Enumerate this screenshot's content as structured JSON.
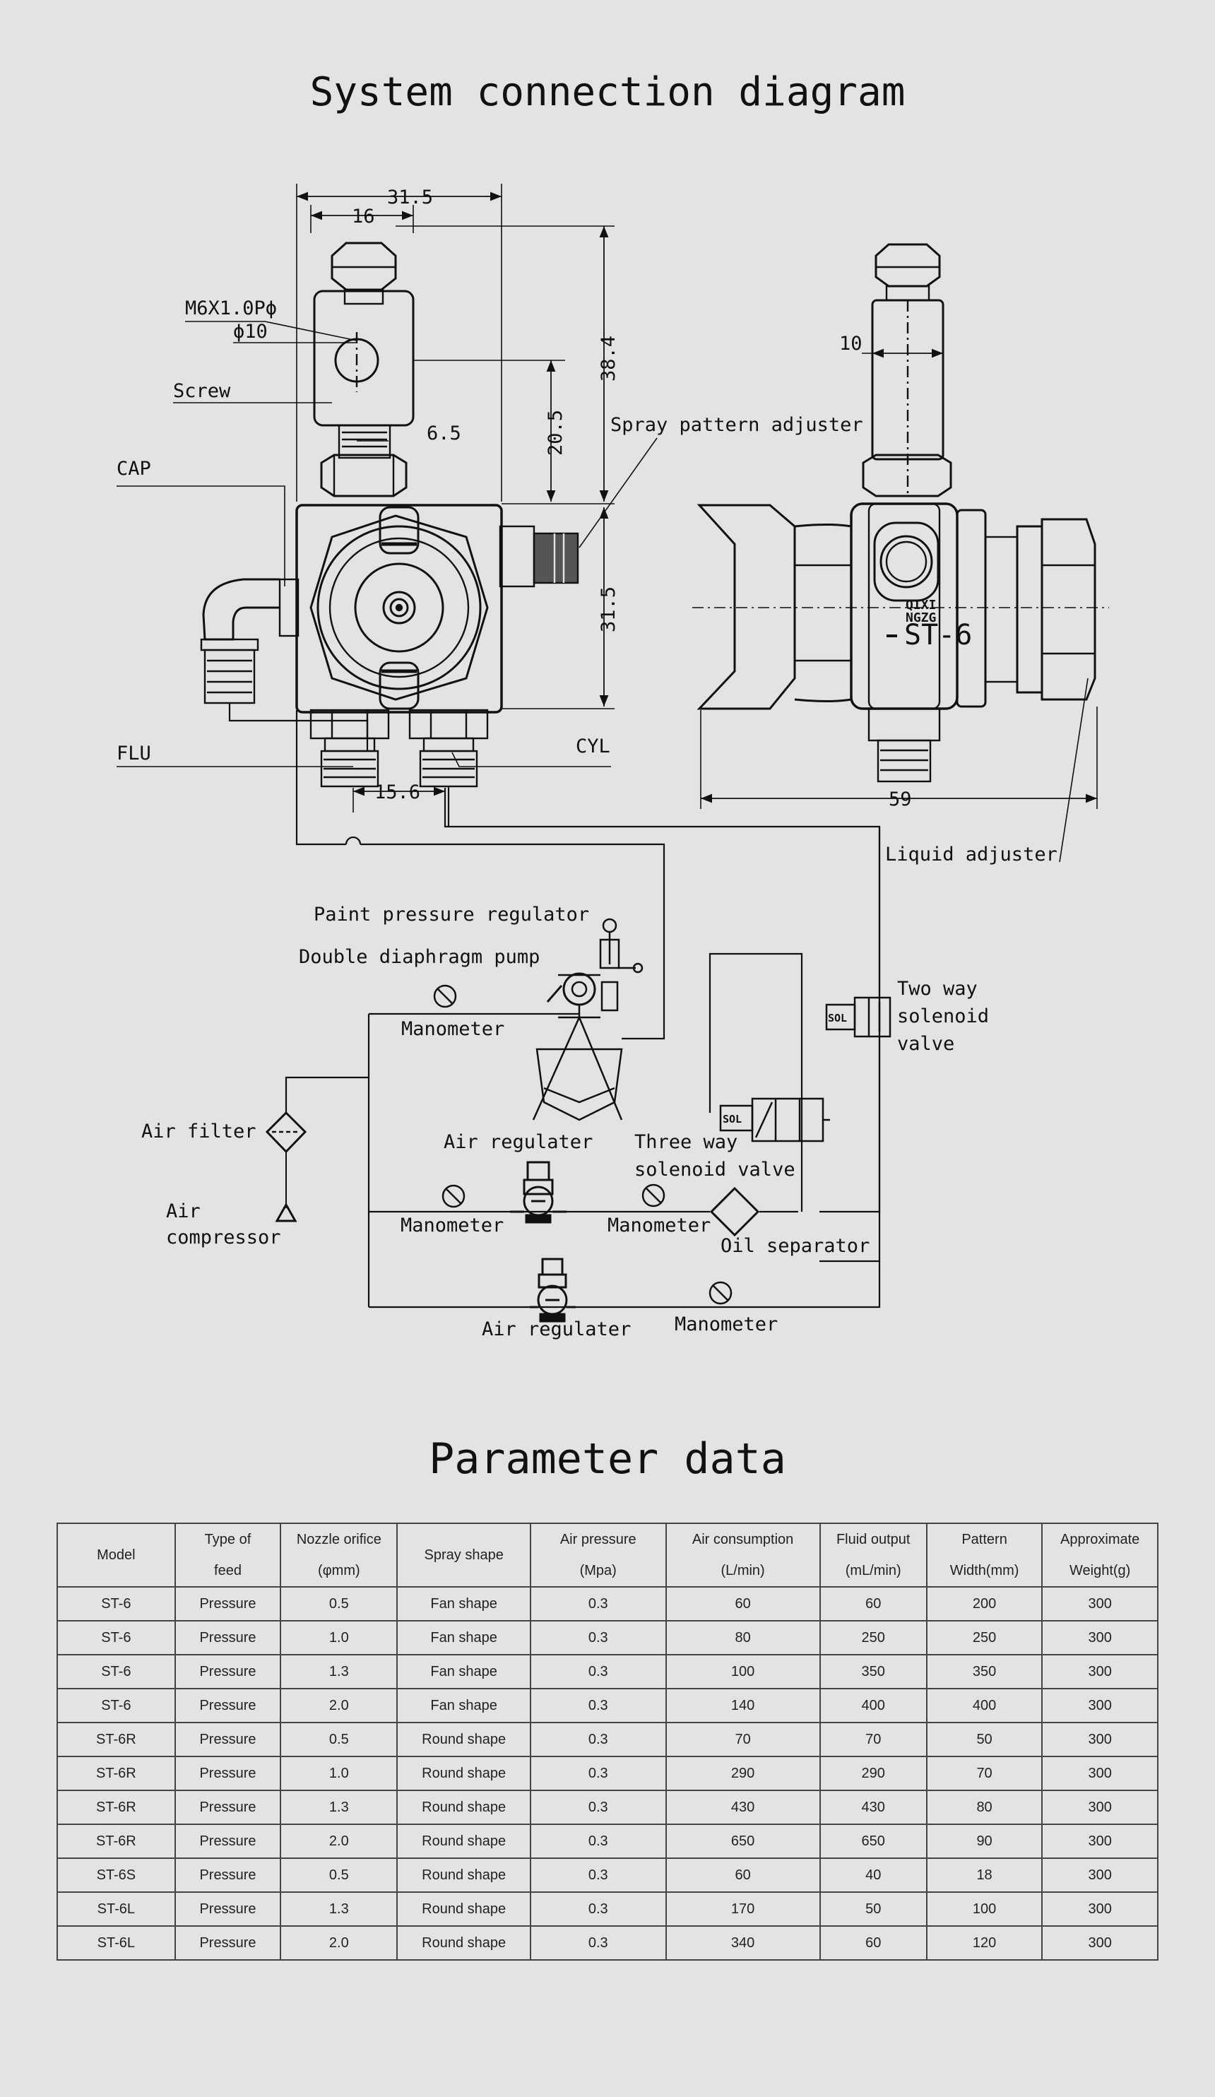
{
  "diagram": {
    "title": "System connection diagram",
    "dimensions": {
      "d31_5_top": "31.5",
      "d16": "16",
      "d38_4": "38.4",
      "d20_5": "20.5",
      "d6_5": "6.5",
      "d31_5_side": "31.5",
      "d15_6": "15.6",
      "d10": "10",
      "d59": "59"
    },
    "labels": {
      "thread": "M6X1.0Pϕ",
      "phi10": "ϕ10",
      "screw": "Screw",
      "cap": "CAP",
      "flu": "FLU",
      "cyl": "CYL",
      "spray_adj": "Spray pattern adjuster",
      "liquid_adj": "Liquid adjuster",
      "brand1": "QIXI",
      "brand2": "NGZG",
      "model": "ST-6",
      "paint_reg": "Paint pressure regulator",
      "pump": "Double diaphragm pump",
      "manometer1": "Manometer",
      "two_way1": "Two way",
      "two_way2": "solenoid",
      "two_way3": "valve",
      "sol": "SOL",
      "air_filter": "Air filter",
      "air_comp1": "Air",
      "air_comp2": "compressor",
      "air_reg1": "Air regulater",
      "three_way1": "Three way",
      "three_way2": "solenoid valve",
      "manometer2": "Manometer",
      "manometer3": "Manometer",
      "oil_sep": "Oil separator",
      "air_reg2": "Air regulater",
      "manometer4": "Manometer"
    }
  },
  "parameters": {
    "title": "Parameter data",
    "headers": [
      [
        "Model",
        ""
      ],
      [
        "Type of",
        "feed"
      ],
      [
        "Nozzle orifice",
        "(φmm)"
      ],
      [
        "Spray shape",
        ""
      ],
      [
        "Air pressure",
        "(Mpa)"
      ],
      [
        "Air consumption",
        "(L/min)"
      ],
      [
        "Fluid output",
        "(mL/min)"
      ],
      [
        "Pattern",
        "Width(mm)"
      ],
      [
        "Approximate",
        "Weight(g)"
      ]
    ],
    "rows": [
      [
        "ST-6",
        "Pressure",
        "0.5",
        "Fan shape",
        "0.3",
        "60",
        "60",
        "200",
        "300"
      ],
      [
        "ST-6",
        "Pressure",
        "1.0",
        "Fan shape",
        "0.3",
        "80",
        "250",
        "250",
        "300"
      ],
      [
        "ST-6",
        "Pressure",
        "1.3",
        "Fan shape",
        "0.3",
        "100",
        "350",
        "350",
        "300"
      ],
      [
        "ST-6",
        "Pressure",
        "2.0",
        "Fan shape",
        "0.3",
        "140",
        "400",
        "400",
        "300"
      ],
      [
        "ST-6R",
        "Pressure",
        "0.5",
        "Round shape",
        "0.3",
        "70",
        "70",
        "50",
        "300"
      ],
      [
        "ST-6R",
        "Pressure",
        "1.0",
        "Round shape",
        "0.3",
        "290",
        "290",
        "70",
        "300"
      ],
      [
        "ST-6R",
        "Pressure",
        "1.3",
        "Round shape",
        "0.3",
        "430",
        "430",
        "80",
        "300"
      ],
      [
        "ST-6R",
        "Pressure",
        "2.0",
        "Round shape",
        "0.3",
        "650",
        "650",
        "90",
        "300"
      ],
      [
        "ST-6S",
        "Pressure",
        "0.5",
        "Round shape",
        "0.3",
        "60",
        "40",
        "18",
        "300"
      ],
      [
        "ST-6L",
        "Pressure",
        "1.3",
        "Round shape",
        "0.3",
        "170",
        "50",
        "100",
        "300"
      ],
      [
        "ST-6L",
        "Pressure",
        "2.0",
        "Round shape",
        "0.3",
        "340",
        "60",
        "120",
        "300"
      ]
    ]
  }
}
